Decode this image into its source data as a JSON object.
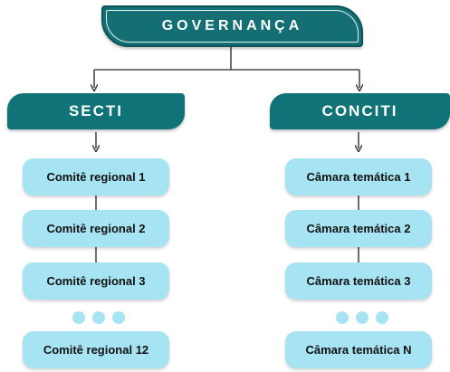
{
  "top": {
    "label": "GOVERNANÇA"
  },
  "branches": [
    {
      "label": "SECTI",
      "items": [
        "Comitê regional 1",
        "Comitê regional 2",
        "Comitê regional 3",
        "Comitê regional 12"
      ]
    },
    {
      "label": "CONCITI",
      "items": [
        "Câmara temática 1",
        "Câmara temática 2",
        "Câmara temática 3",
        "Câmara temática N"
      ]
    }
  ],
  "colors": {
    "dark_teal": "#146f74",
    "branch_teal": "#0f7377",
    "light_blue": "#a6e4f3",
    "connector": "#4a4a4a"
  }
}
